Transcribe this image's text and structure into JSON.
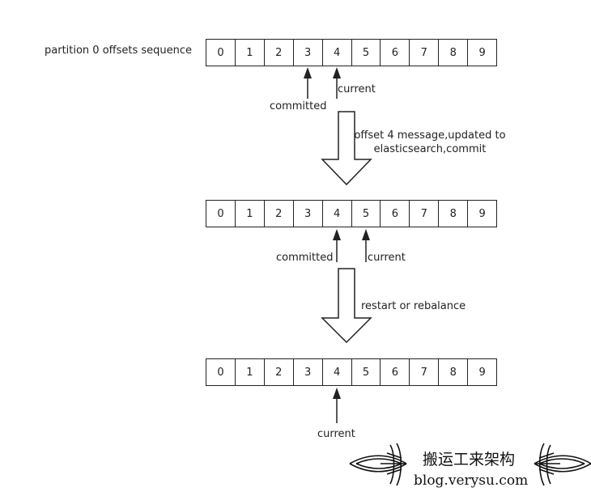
{
  "row_label": "partition 0 offsets sequence",
  "offsets": [
    "0",
    "1",
    "2",
    "3",
    "4",
    "5",
    "6",
    "7",
    "8",
    "9"
  ],
  "stage1": {
    "committed_label": "committed",
    "current_label": "current"
  },
  "step1": {
    "line1": "offset 4 message,updated to",
    "line2": "elasticsearch,commit"
  },
  "stage2": {
    "committed_label": "committed",
    "current_label": "current"
  },
  "step2": {
    "label": "restart or rebalance"
  },
  "stage3": {
    "current_label": "current"
  },
  "watermark": {
    "title": "搬运工来架构",
    "url": "blog.verysu.com"
  }
}
